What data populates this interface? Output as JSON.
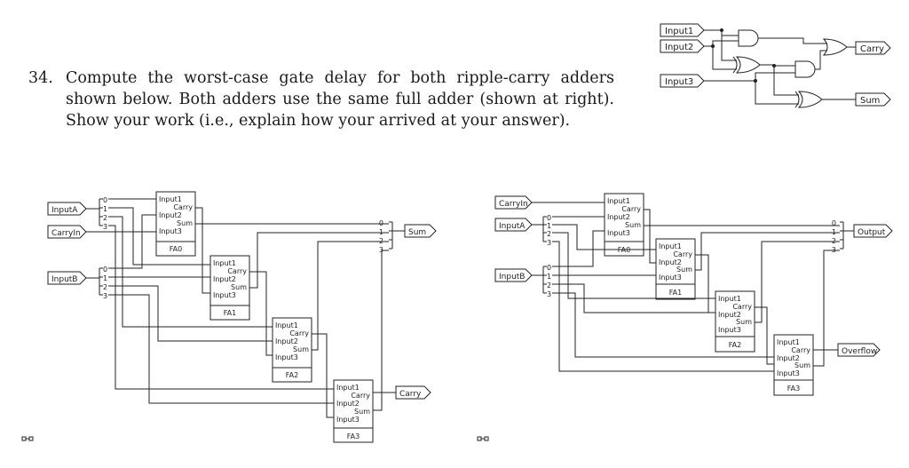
{
  "question": {
    "number": "34.",
    "text": "Compute the worst-case gate delay for both ripple-carry adders shown below. Both adders use the same full adder (shown at right). Show your work (i.e., explain how your arrived at your answer)."
  },
  "full_adder": {
    "inputs": [
      "Input1",
      "Input2",
      "Input3"
    ],
    "outputs": [
      "Carry",
      "Sum"
    ]
  },
  "adder1": {
    "inputs": [
      "InputA",
      "CarryIn",
      "InputB"
    ],
    "outputs": [
      "Sum",
      "Carry"
    ],
    "bit_indices": [
      "0",
      "1",
      "2",
      "3"
    ],
    "block_names": [
      "FA0",
      "FA1",
      "FA2",
      "FA3"
    ],
    "port_labels": {
      "in1": "Input1",
      "in2": "Input2",
      "in3": "Input3",
      "carry": "Carry",
      "sum": "Sum"
    }
  },
  "adder2": {
    "inputs": [
      "CarryIn",
      "InputA",
      "InputB"
    ],
    "outputs": [
      "Output",
      "Overflow"
    ],
    "bit_indices": [
      "0",
      "1",
      "2",
      "3"
    ],
    "block_names": [
      "FA0",
      "FA1",
      "FA2",
      "FA3"
    ],
    "port_labels": {
      "in1": "Input1",
      "in2": "Input2",
      "in3": "Input3",
      "carry": "Carry",
      "sum": "Sum"
    }
  }
}
